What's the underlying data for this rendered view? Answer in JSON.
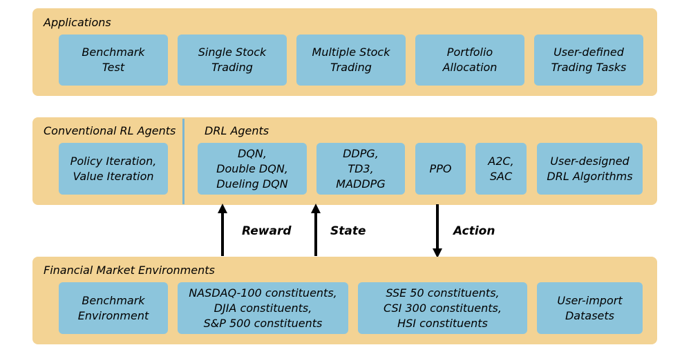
{
  "applications": {
    "title": "Applications",
    "items": [
      {
        "label": "Benchmark\nTest"
      },
      {
        "label": "Single Stock\nTrading"
      },
      {
        "label": "Multiple Stock\nTrading"
      },
      {
        "label": "Portfolio\nAllocation"
      },
      {
        "label": "User-defined\nTrading Tasks"
      }
    ]
  },
  "agents": {
    "conventional_title": "Conventional RL Agents",
    "drl_title": "DRL Agents",
    "conventional_item": "Policy Iteration,\nValue Iteration",
    "drl_items": [
      {
        "label": "DQN,\nDouble DQN,\nDueling DQN"
      },
      {
        "label": "DDPG,\nTD3,\nMADDPG"
      },
      {
        "label": "PPO"
      },
      {
        "label": "A2C,\nSAC"
      },
      {
        "label": "User-designed\nDRL Algorithms"
      }
    ]
  },
  "signals": {
    "reward": "Reward",
    "state": "State",
    "action": "Action"
  },
  "environments": {
    "title": "Financial Market Environments",
    "items": [
      {
        "label": "Benchmark\nEnvironment"
      },
      {
        "label": "NASDAQ-100 constituents,\nDJIA constituents,\nS&P 500 constituents"
      },
      {
        "label": "SSE 50 constituents,\nCSI 300 constituents,\nHSI constituents"
      },
      {
        "label": "User-import\nDatasets"
      }
    ]
  },
  "colors": {
    "layer_bg": "#f3d394",
    "box_bg": "#8cc5dc",
    "divider": "#7cb6d3"
  }
}
